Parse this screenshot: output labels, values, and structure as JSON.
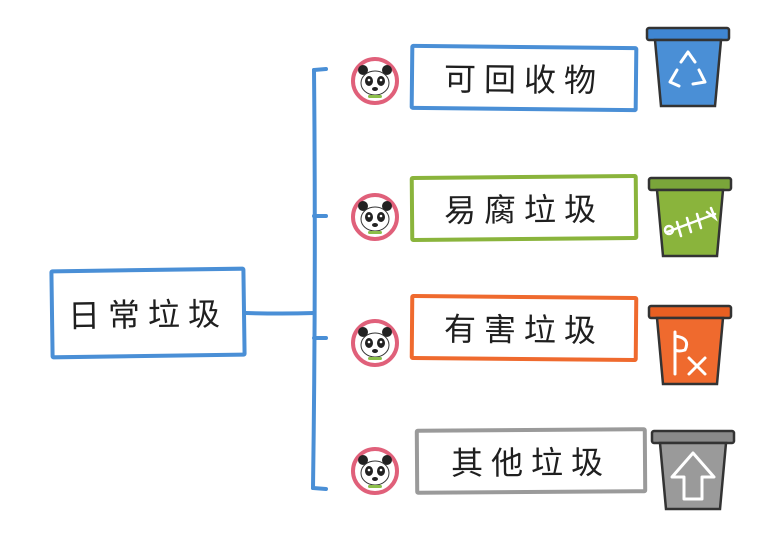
{
  "root": {
    "label": "日常垃圾"
  },
  "categories": [
    {
      "label": "可回收物",
      "color": "#4a8fd6",
      "icon": "recycle-icon"
    },
    {
      "label": "易腐垃圾",
      "color": "#8ab43c",
      "icon": "fishbone-icon"
    },
    {
      "label": "有害垃圾",
      "color": "#ef6a2e",
      "icon": "hazard-icon"
    },
    {
      "label": "其他垃圾",
      "color": "#9a9a9a",
      "icon": "arrow-up-icon"
    }
  ],
  "avatar": {
    "icon": "panda-icon",
    "ring_color": "#e0607a"
  },
  "connector_color": "#4a8fd6"
}
